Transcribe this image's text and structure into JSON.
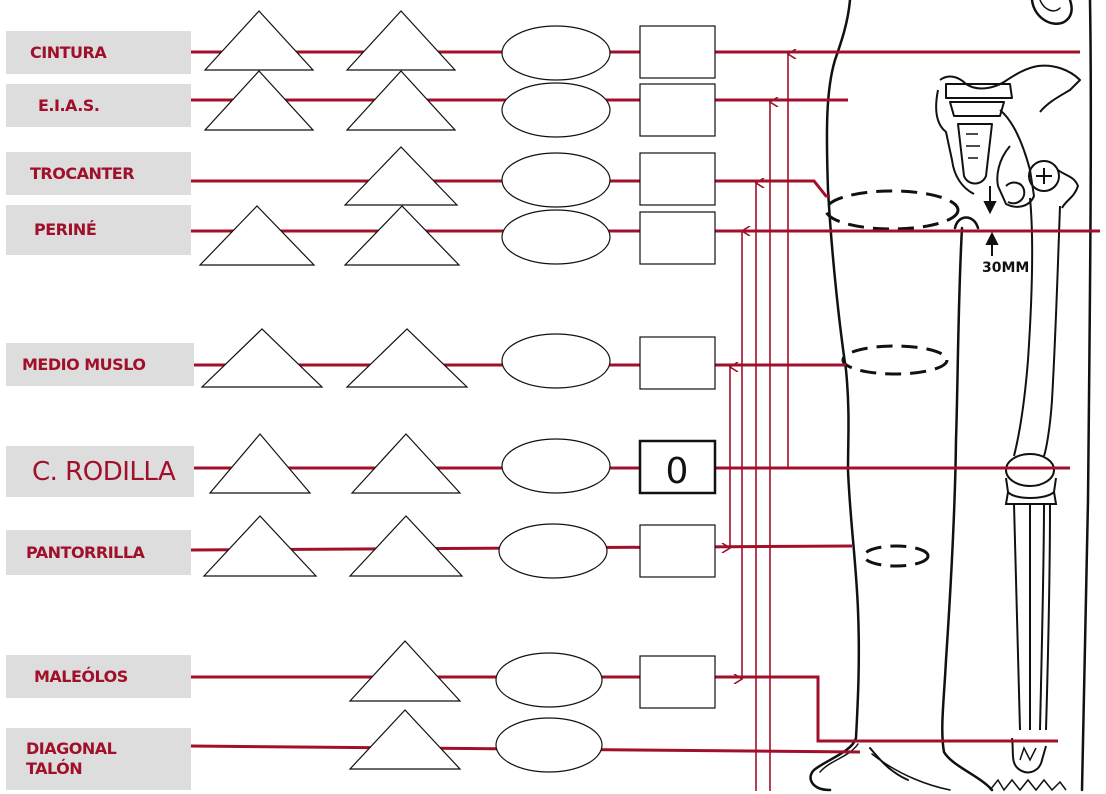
{
  "labels": {
    "cintura": "CINTURA",
    "eias": "E.I.A.S.",
    "trocanter": "TROCANTER",
    "perine": "PERINÉ",
    "medio_muslo": "MEDIO MUSLO",
    "c_rodilla": "C. RODILLA",
    "pantorrilla": "PANTORRILLA",
    "maleolos": "MALEÓLOS",
    "diagonal_talon_line1": "DIAGONAL",
    "diagonal_talon_line2": "TALÓN"
  },
  "values": {
    "c_rodilla": "0"
  },
  "annotations": {
    "offset": "30MM"
  },
  "colors": {
    "line": "#a0102a",
    "label_bg": "#dddddd",
    "label_text": "#a0102a"
  }
}
